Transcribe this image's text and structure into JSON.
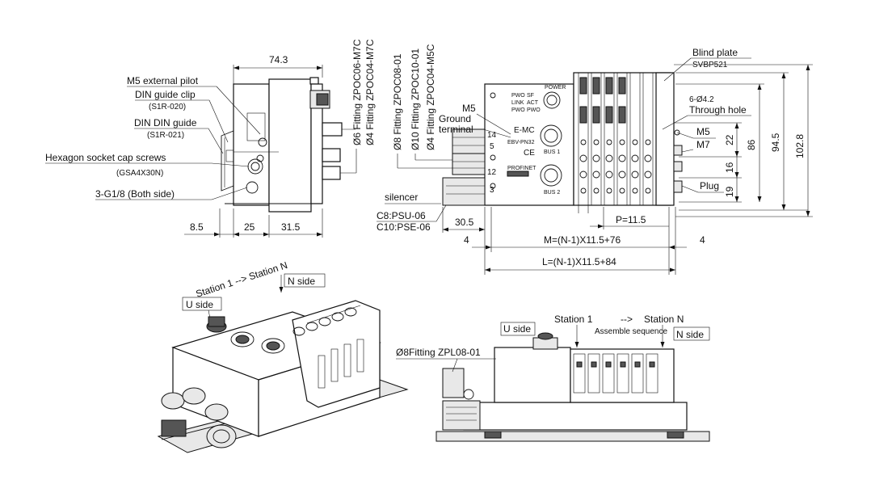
{
  "left_view": {
    "dim_top": "74.3",
    "labels": {
      "m5_external_pilot": "M5 external pilot",
      "din_guide_clip": "DIN guide clip",
      "s1r_020": "(S1R-020)",
      "din_din_guide": "DIN DIN guide",
      "s1r_021": "(S1R-021)",
      "hex_screws": "Hexagon socket cap screws",
      "gsa": "(GSA4X30N)",
      "g18": "3-G1/8 (Both side)"
    },
    "vertical_labels": {
      "fit_zpoc06": "Ø6 Fitting ZPOC06-M7C",
      "fit_zpoc04": "Ø4 Fitting ZPOC04-M7C"
    },
    "dims_bottom": {
      "a": "8.5",
      "b": "25",
      "c": "31.5"
    }
  },
  "right_view": {
    "vertical_labels": {
      "fit_zpoc08": "Ø8 Fitting ZPOC08-01",
      "fit_zpoc10": "Ø10 Fitting ZPOC10-01",
      "fit_zpoc04_m5": "Ø4 Fitting ZPOC04-M5C"
    },
    "labels": {
      "m5": "M5",
      "ground": "Ground",
      "terminal": "terminal",
      "silencer": "silencer",
      "c8": "C8:PSU-06",
      "c10": "C10:PSE-06",
      "blind_plate": "Blind plate",
      "svbp": "SVBP521",
      "through_hole_a": "6-Ø4.2",
      "through_hole_b": "Through hole",
      "m5_right": "M5",
      "m7_right": "M7",
      "plug": "Plug",
      "num_14": "14",
      "num_5": "5",
      "num_12": "12",
      "num_3": "3"
    },
    "panel_text": {
      "power": "POWER",
      "brand": "E-MC",
      "model": "EBV-PN32",
      "bus1": "BUS 1",
      "bus2": "BUS 2",
      "profinet": "PROFINET",
      "ce": "CE",
      "leds": [
        "PWO",
        "SF",
        "LINK",
        "ACT",
        "PWO",
        "PWO"
      ]
    },
    "dims": {
      "p": "P=11.5",
      "m": "M=(N-1)X11.5+76",
      "l": "L=(N-1)X11.5+84",
      "left4": "4",
      "right4": "4",
      "d30_5": "30.5",
      "v22": "22",
      "v16": "16",
      "v19": "19",
      "v86": "86",
      "v94_5": "94.5",
      "v102_8": "102.8"
    }
  },
  "iso_view": {
    "station": "Station 1  --> Station N",
    "n_side": "N side",
    "u_side": "U side"
  },
  "front_view": {
    "u_side": "U side",
    "station1": "Station 1",
    "arrow": "-->",
    "stationn": "Station N",
    "assemble": "Assemble sequence",
    "n_side": "N side",
    "fitting": "Ø8Fitting ZPL08-01"
  }
}
